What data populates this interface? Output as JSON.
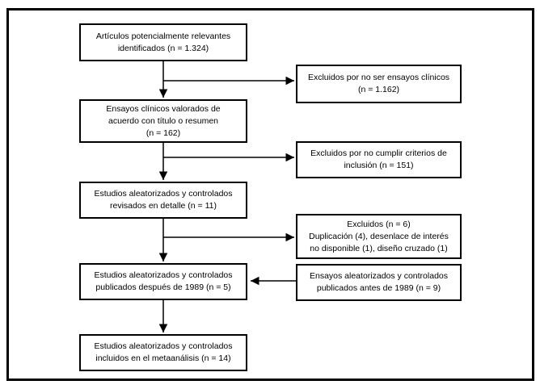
{
  "diagram": {
    "background_color": "#ffffff",
    "line_color": "#000000",
    "main_boxes": [
      {
        "id": "identified",
        "label": "Artículos potencialmente relevantes\nidentificados (n = 1.324)",
        "n": "1.324"
      },
      {
        "id": "assessed-title-abstract",
        "label": "Ensayos clínicos valorados de\nacuerdo con título o resumen\n(n = 162)",
        "n": "162"
      },
      {
        "id": "reviewed-detail",
        "label": "Estudios aleatorizados y controlados\nrevisados en detalle (n = 11)",
        "n": "11"
      },
      {
        "id": "published-after-1989",
        "label": "Estudios aleatorizados y controlados\npublicados después de 1989 (n = 5)",
        "n": "5"
      },
      {
        "id": "included-metaanalysis",
        "label": "Estudios aleatorizados y controlados\nincluidos en el metaanálisis (n = 14)",
        "n": "14"
      }
    ],
    "side_boxes": [
      {
        "id": "excluded-not-clinical-trials",
        "label": "Excluidos por no ser ensayos clínicos\n(n = 1.162)",
        "n": "1.162"
      },
      {
        "id": "excluded-inclusion-criteria",
        "label": "Excluidos por no cumplir criterios de\ninclusión (n = 151)",
        "n": "151"
      },
      {
        "id": "excluded-other-reasons",
        "label": "Excluidos (n = 6)\nDuplicación (4), desenlace de interés\nno disponible (1), diseño cruzado (1)",
        "n": "6"
      },
      {
        "id": "published-before-1989",
        "label": "Ensayos aleatorizados y controlados\npublicados antes de 1989 (n = 9)",
        "n": "9"
      }
    ]
  }
}
